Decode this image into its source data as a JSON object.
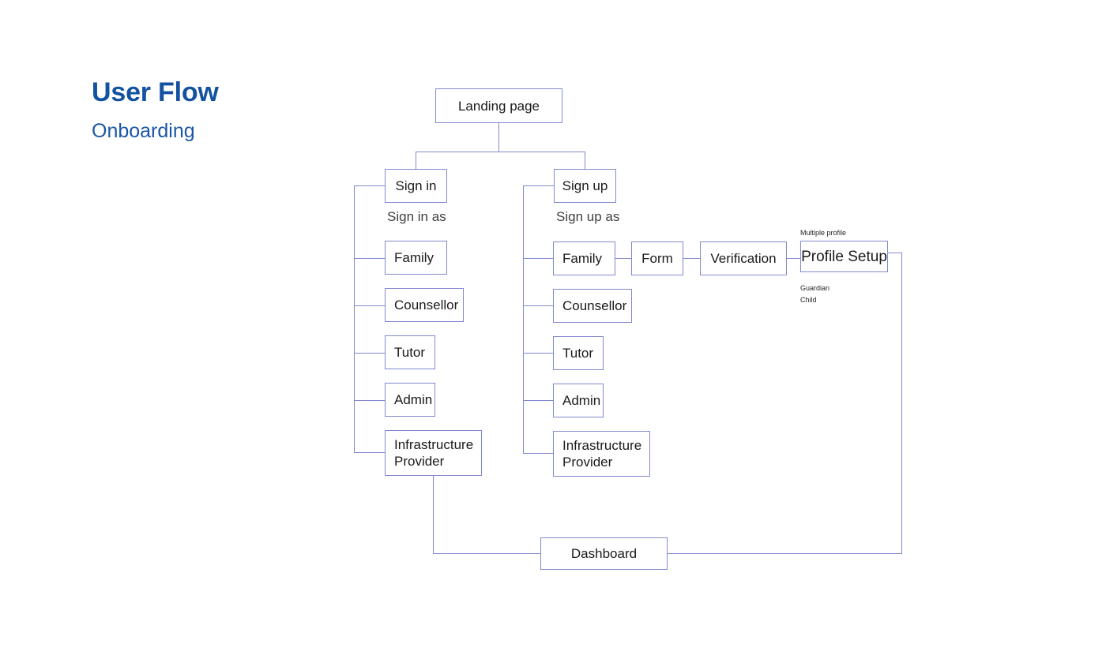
{
  "page": {
    "title": "User Flow",
    "subtitle": "Onboarding",
    "title_color": "#13529f",
    "subtitle_color": "#1a56a6",
    "line_color": "#8089cf",
    "background": "#ffffff"
  },
  "diagram": {
    "type": "flowchart",
    "root": {
      "label": "Landing page"
    },
    "branches": [
      {
        "id": "signin",
        "node": {
          "label": "Sign in"
        },
        "caption": "Sign in as",
        "children": [
          {
            "label": "Family"
          },
          {
            "label": "Counsellor"
          },
          {
            "label": "Tutor"
          },
          {
            "label": "Admin"
          },
          {
            "label": "Infrastructure\nProvider"
          }
        ]
      },
      {
        "id": "signup",
        "node": {
          "label": "Sign up"
        },
        "caption": "Sign up as",
        "children": [
          {
            "label": "Family"
          },
          {
            "label": "Counsellor"
          },
          {
            "label": "Tutor"
          },
          {
            "label": "Admin"
          },
          {
            "label": "Infrastructure\nProvider"
          }
        ]
      }
    ],
    "signup_chain": [
      {
        "label": "Form"
      },
      {
        "label": "Verification"
      },
      {
        "label": "Profile Setup"
      }
    ],
    "annotations": {
      "above_profile_setup": "Multiple profile",
      "below_profile_setup_1": "Guardian",
      "below_profile_setup_2": "Child"
    },
    "terminal": {
      "label": "Dashboard"
    }
  }
}
